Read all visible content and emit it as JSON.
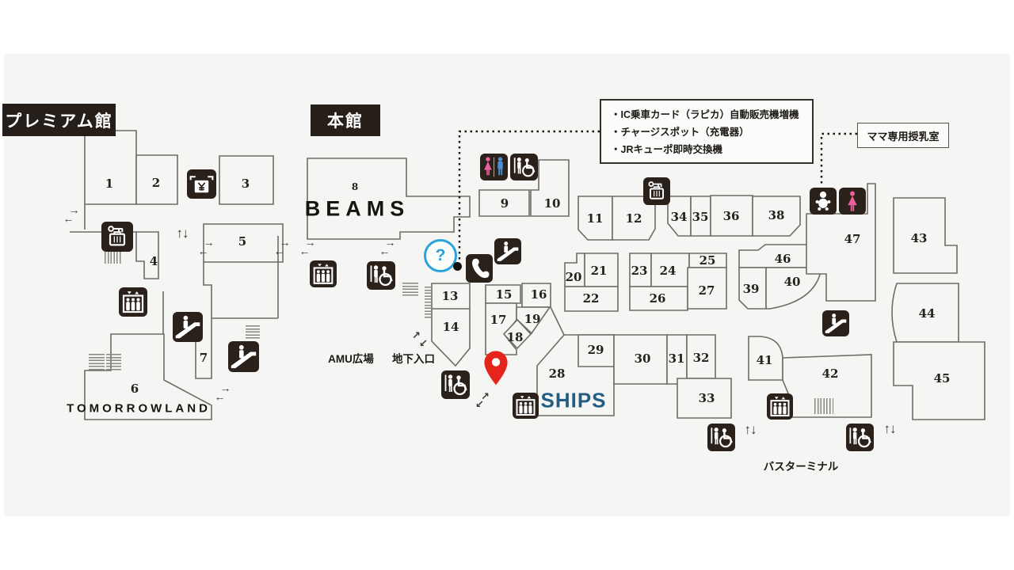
{
  "buildings": {
    "premium": "プレミアム館",
    "main": "本館"
  },
  "callout": {
    "lines": [
      "・IC乗車カード（ラピカ）自動販売機増機",
      "・チャージスポット（充電器）",
      "・JRキューポ即時交換機"
    ]
  },
  "nursing_room_label": "ママ専用授乳室",
  "area_labels": {
    "amu_plaza": "AMU広場",
    "underground_entrance": "地下入口",
    "bus_terminal": "バスターミナル"
  },
  "stores": {
    "beams": "BEAMS",
    "ships": "SHIPS",
    "tomorrowland": "TOMORROWLAND"
  },
  "rooms": [
    "1",
    "2",
    "3",
    "4",
    "5",
    "6",
    "7",
    "8",
    "9",
    "10",
    "11",
    "12",
    "13",
    "14",
    "15",
    "16",
    "17",
    "18",
    "19",
    "20",
    "21",
    "22",
    "23",
    "24",
    "25",
    "26",
    "27",
    "28",
    "29",
    "30",
    "31",
    "32",
    "33",
    "34",
    "35",
    "36",
    "38",
    "39",
    "40",
    "41",
    "42",
    "43",
    "44",
    "45",
    "46",
    "47"
  ],
  "glyphs": {
    "arrow_right": "→",
    "arrow_left": "←",
    "up_down": "↑↓",
    "arrow_ne": "↗",
    "arrow_sw": "↙",
    "question": "?"
  },
  "colors": {
    "map_bg": "#f5f5f3",
    "line": "#6f6b67",
    "icon_bg": "#2b211b",
    "accent_blue": "#2aa3dd",
    "pin_red": "#e5251c",
    "ships_blue": "#235d84",
    "restroom_pink": "#ec5f9e",
    "restroom_blue": "#4a8fd0"
  }
}
